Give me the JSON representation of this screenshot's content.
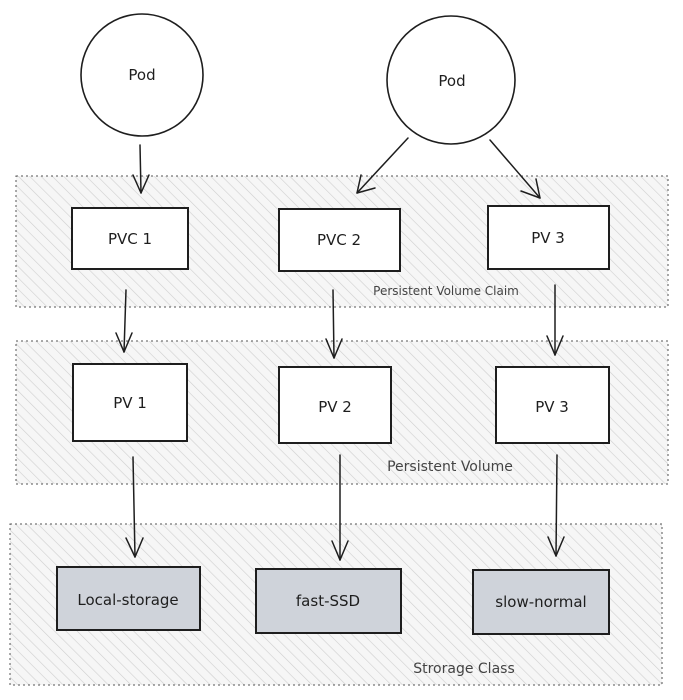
{
  "pods": [
    {
      "label": "Pod"
    },
    {
      "label": "Pod"
    }
  ],
  "zones": {
    "pvc": {
      "label": "Persistent Volume Claim"
    },
    "pv": {
      "label": "Persistent Volume"
    },
    "sc": {
      "label": "Strorage Class"
    }
  },
  "claims": [
    {
      "label": "PVC 1"
    },
    {
      "label": "PVC 2"
    },
    {
      "label": "PV 3"
    }
  ],
  "volumes": [
    {
      "label": "PV 1"
    },
    {
      "label": "PV 2"
    },
    {
      "label": "PV 3"
    }
  ],
  "storage_classes": [
    {
      "label": "Local-storage"
    },
    {
      "label": "fast-SSD"
    },
    {
      "label": "slow-normal"
    }
  ],
  "colors": {
    "stroke": "#1e1e1e",
    "storage_class_fill": "#cfd3da",
    "zone_hatch": "#c8c8c8"
  }
}
